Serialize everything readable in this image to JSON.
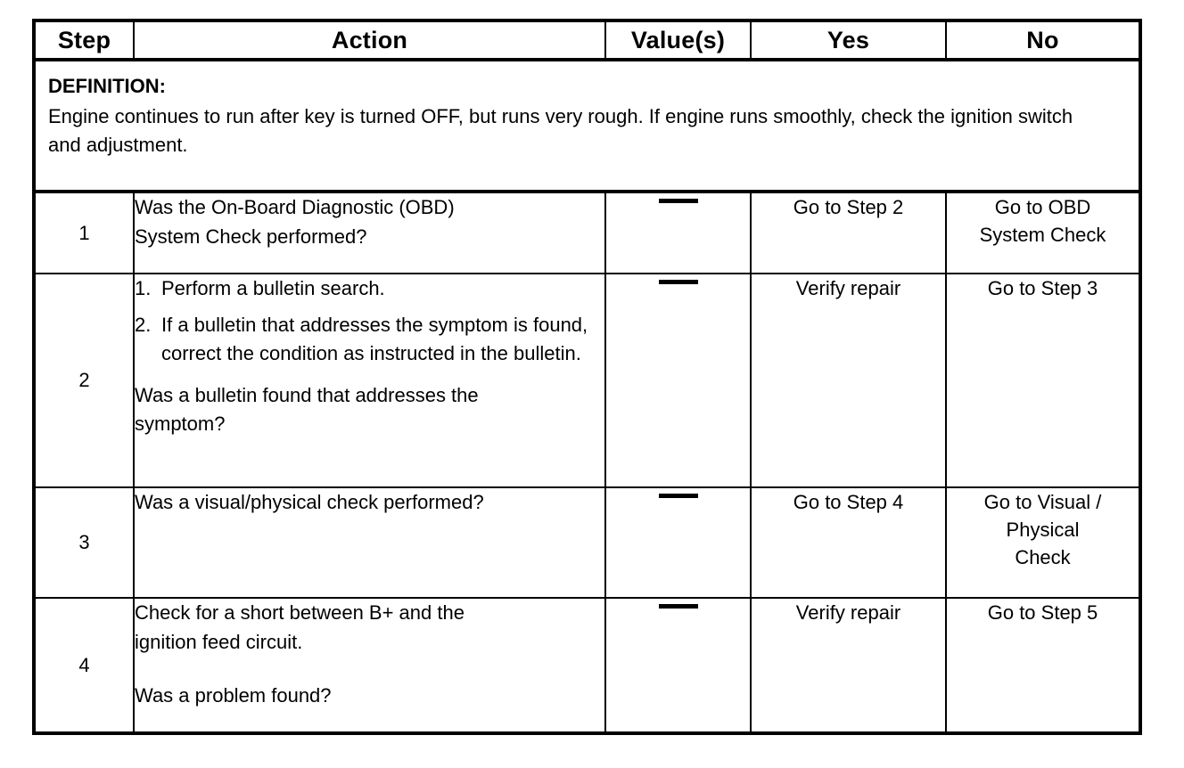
{
  "table": {
    "columns": [
      {
        "key": "step",
        "label": "Step"
      },
      {
        "key": "action",
        "label": "Action"
      },
      {
        "key": "value",
        "label": "Value(s)"
      },
      {
        "key": "yes",
        "label": "Yes"
      },
      {
        "key": "no",
        "label": "No"
      }
    ],
    "definition": {
      "title": "DEFINITION:",
      "body": "Engine continues to run after key is turned OFF, but runs very rough. If engine runs smoothly, check the ignition switch and adjustment."
    },
    "rows": [
      {
        "step": "1",
        "action_lines": [
          "Was the On-Board Diagnostic (OBD)",
          "System Check performed?"
        ],
        "value": "—",
        "value_icon": "em-dash-icon",
        "yes": "Go to Step 2",
        "no_lines": [
          "Go to OBD",
          "System Check"
        ]
      },
      {
        "step": "2",
        "list": [
          {
            "num": "1.",
            "text": "Perform a bulletin search."
          },
          {
            "num": "2.",
            "text": "If a bulletin that addresses the symptom is found, correct the condition as instructed in the bulletin."
          }
        ],
        "action_tail_lines": [
          "Was a bulletin found that addresses the",
          "symptom?"
        ],
        "value": "—",
        "value_icon": "em-dash-icon",
        "yes": "Verify repair",
        "no_lines": [
          "Go to Step 3"
        ]
      },
      {
        "step": "3",
        "action_lines": [
          "Was a visual/physical check performed?"
        ],
        "value": "—",
        "value_icon": "em-dash-icon",
        "yes": "Go to Step 4",
        "no_lines": [
          "Go to Visual /",
          "Physical",
          "Check"
        ]
      },
      {
        "step": "4",
        "action_lines": [
          "Check for a short between B+ and the",
          "ignition feed circuit."
        ],
        "action_tail_lines": [
          "Was a problem found?"
        ],
        "value": "—",
        "value_icon": "em-dash-icon",
        "yes": "Verify repair",
        "no_lines": [
          "Go to Step 5"
        ]
      }
    ]
  },
  "colors": {
    "border": "#000000",
    "text": "#000000",
    "background": "#ffffff"
  }
}
